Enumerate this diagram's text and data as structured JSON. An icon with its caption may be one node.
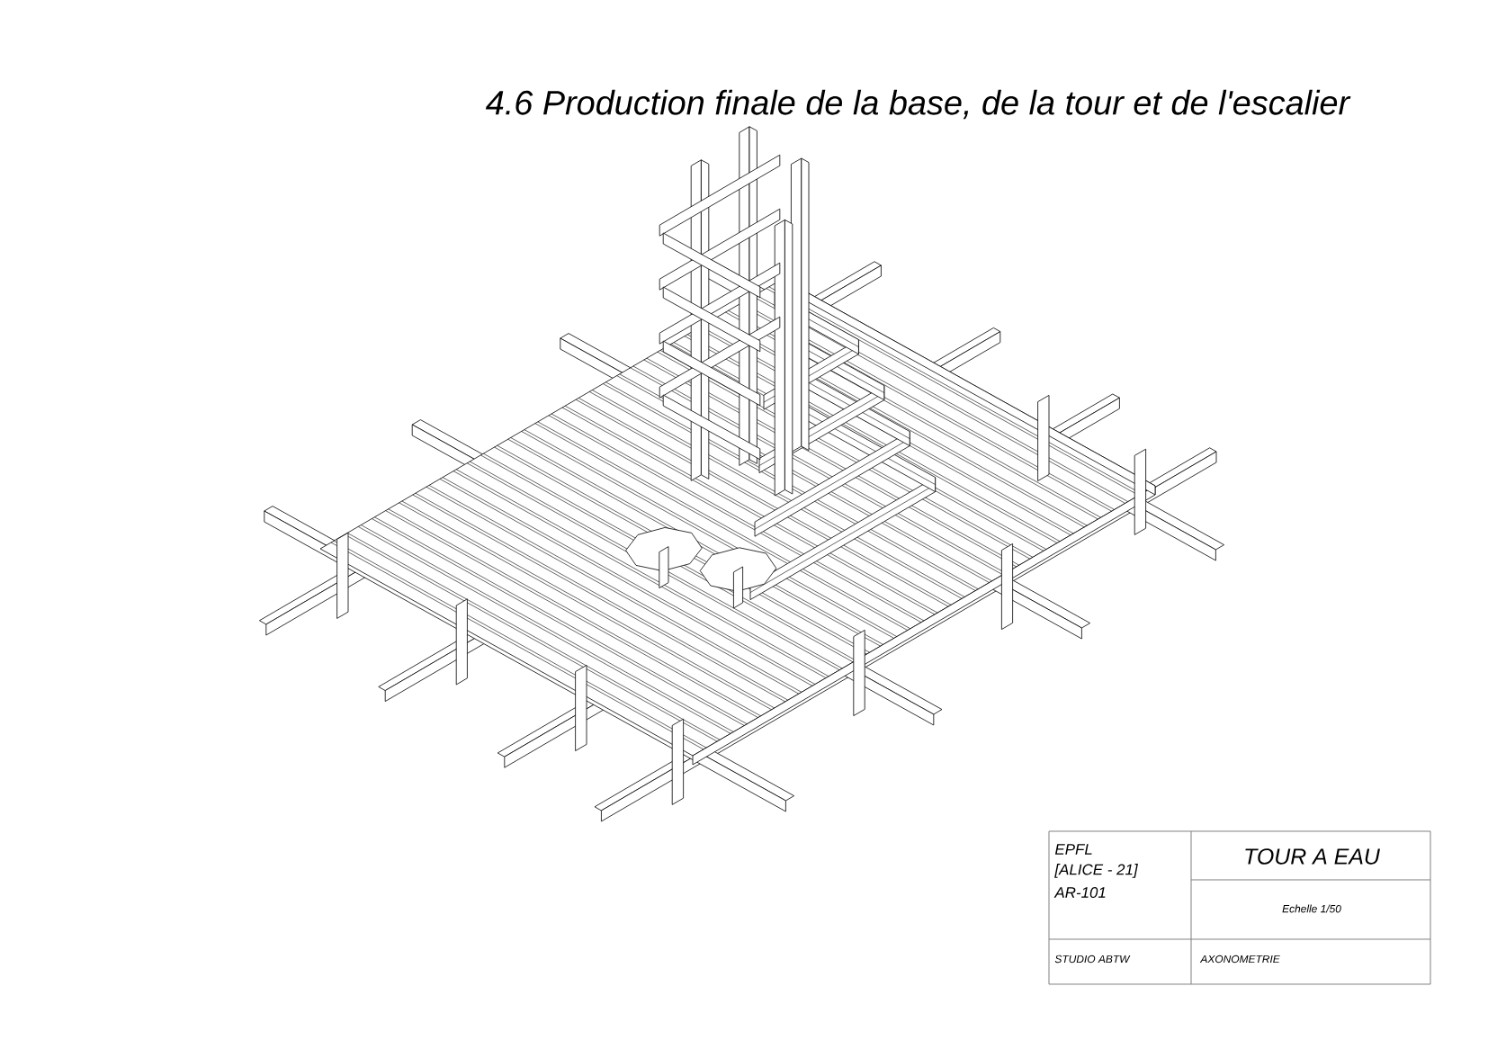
{
  "diagram": {
    "title": "4.6 Production finale de la base, de la tour et de l'escalier",
    "labels": [
      "EPFL",
      "[ALICE - 21]",
      "AR-101",
      "TOUR A EAU",
      "Echelle 1/50",
      "STUDIO ABTW",
      "AXONOMETRIE"
    ]
  }
}
